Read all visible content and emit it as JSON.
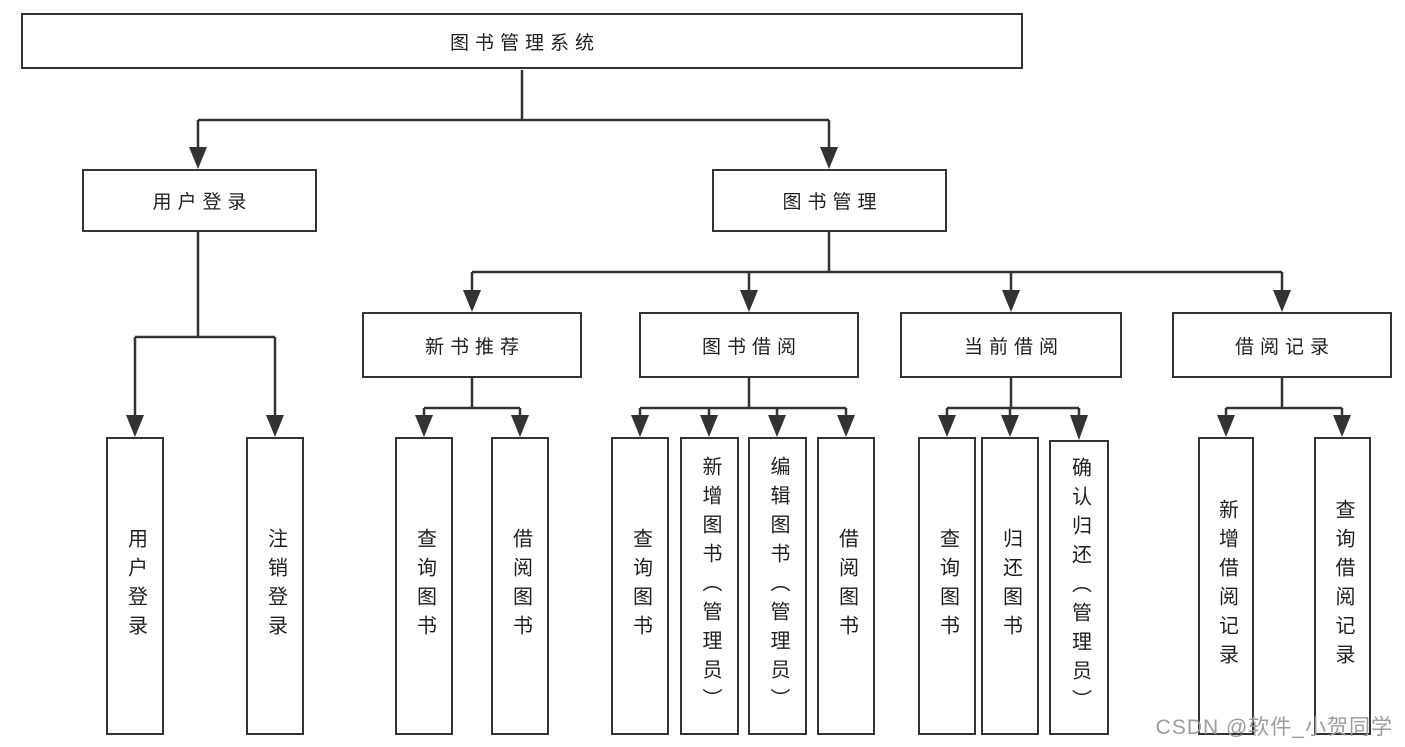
{
  "diagram_title": "图书管理系统",
  "nodes": {
    "root": "图书管理系统",
    "user_login": "用户登录",
    "book_management": "图书管理",
    "new_book_recommendation": "新书推荐",
    "book_borrowing": "图书借阅",
    "current_borrowing": "当前借阅",
    "borrowing_records": "借阅记录"
  },
  "leaves": {
    "user_login": [
      "用户登录",
      "注销登录"
    ],
    "new_book_recommendation": [
      "查询图书",
      "借阅图书"
    ],
    "book_borrowing": [
      "查询图书",
      "新增图书（管理员）",
      "编辑图书（管理员）",
      "借阅图书"
    ],
    "current_borrowing": [
      "查询图书",
      "归还图书",
      "确认归还（管理员）"
    ],
    "borrowing_records": [
      "新增借阅记录",
      "查询借阅记录"
    ]
  },
  "watermark": "CSDN @软件_小贺同学",
  "colors": {
    "line": "#333333",
    "text": "#1f1f1f",
    "watermark": "#9c9c9c",
    "background": "#ffffff"
  }
}
